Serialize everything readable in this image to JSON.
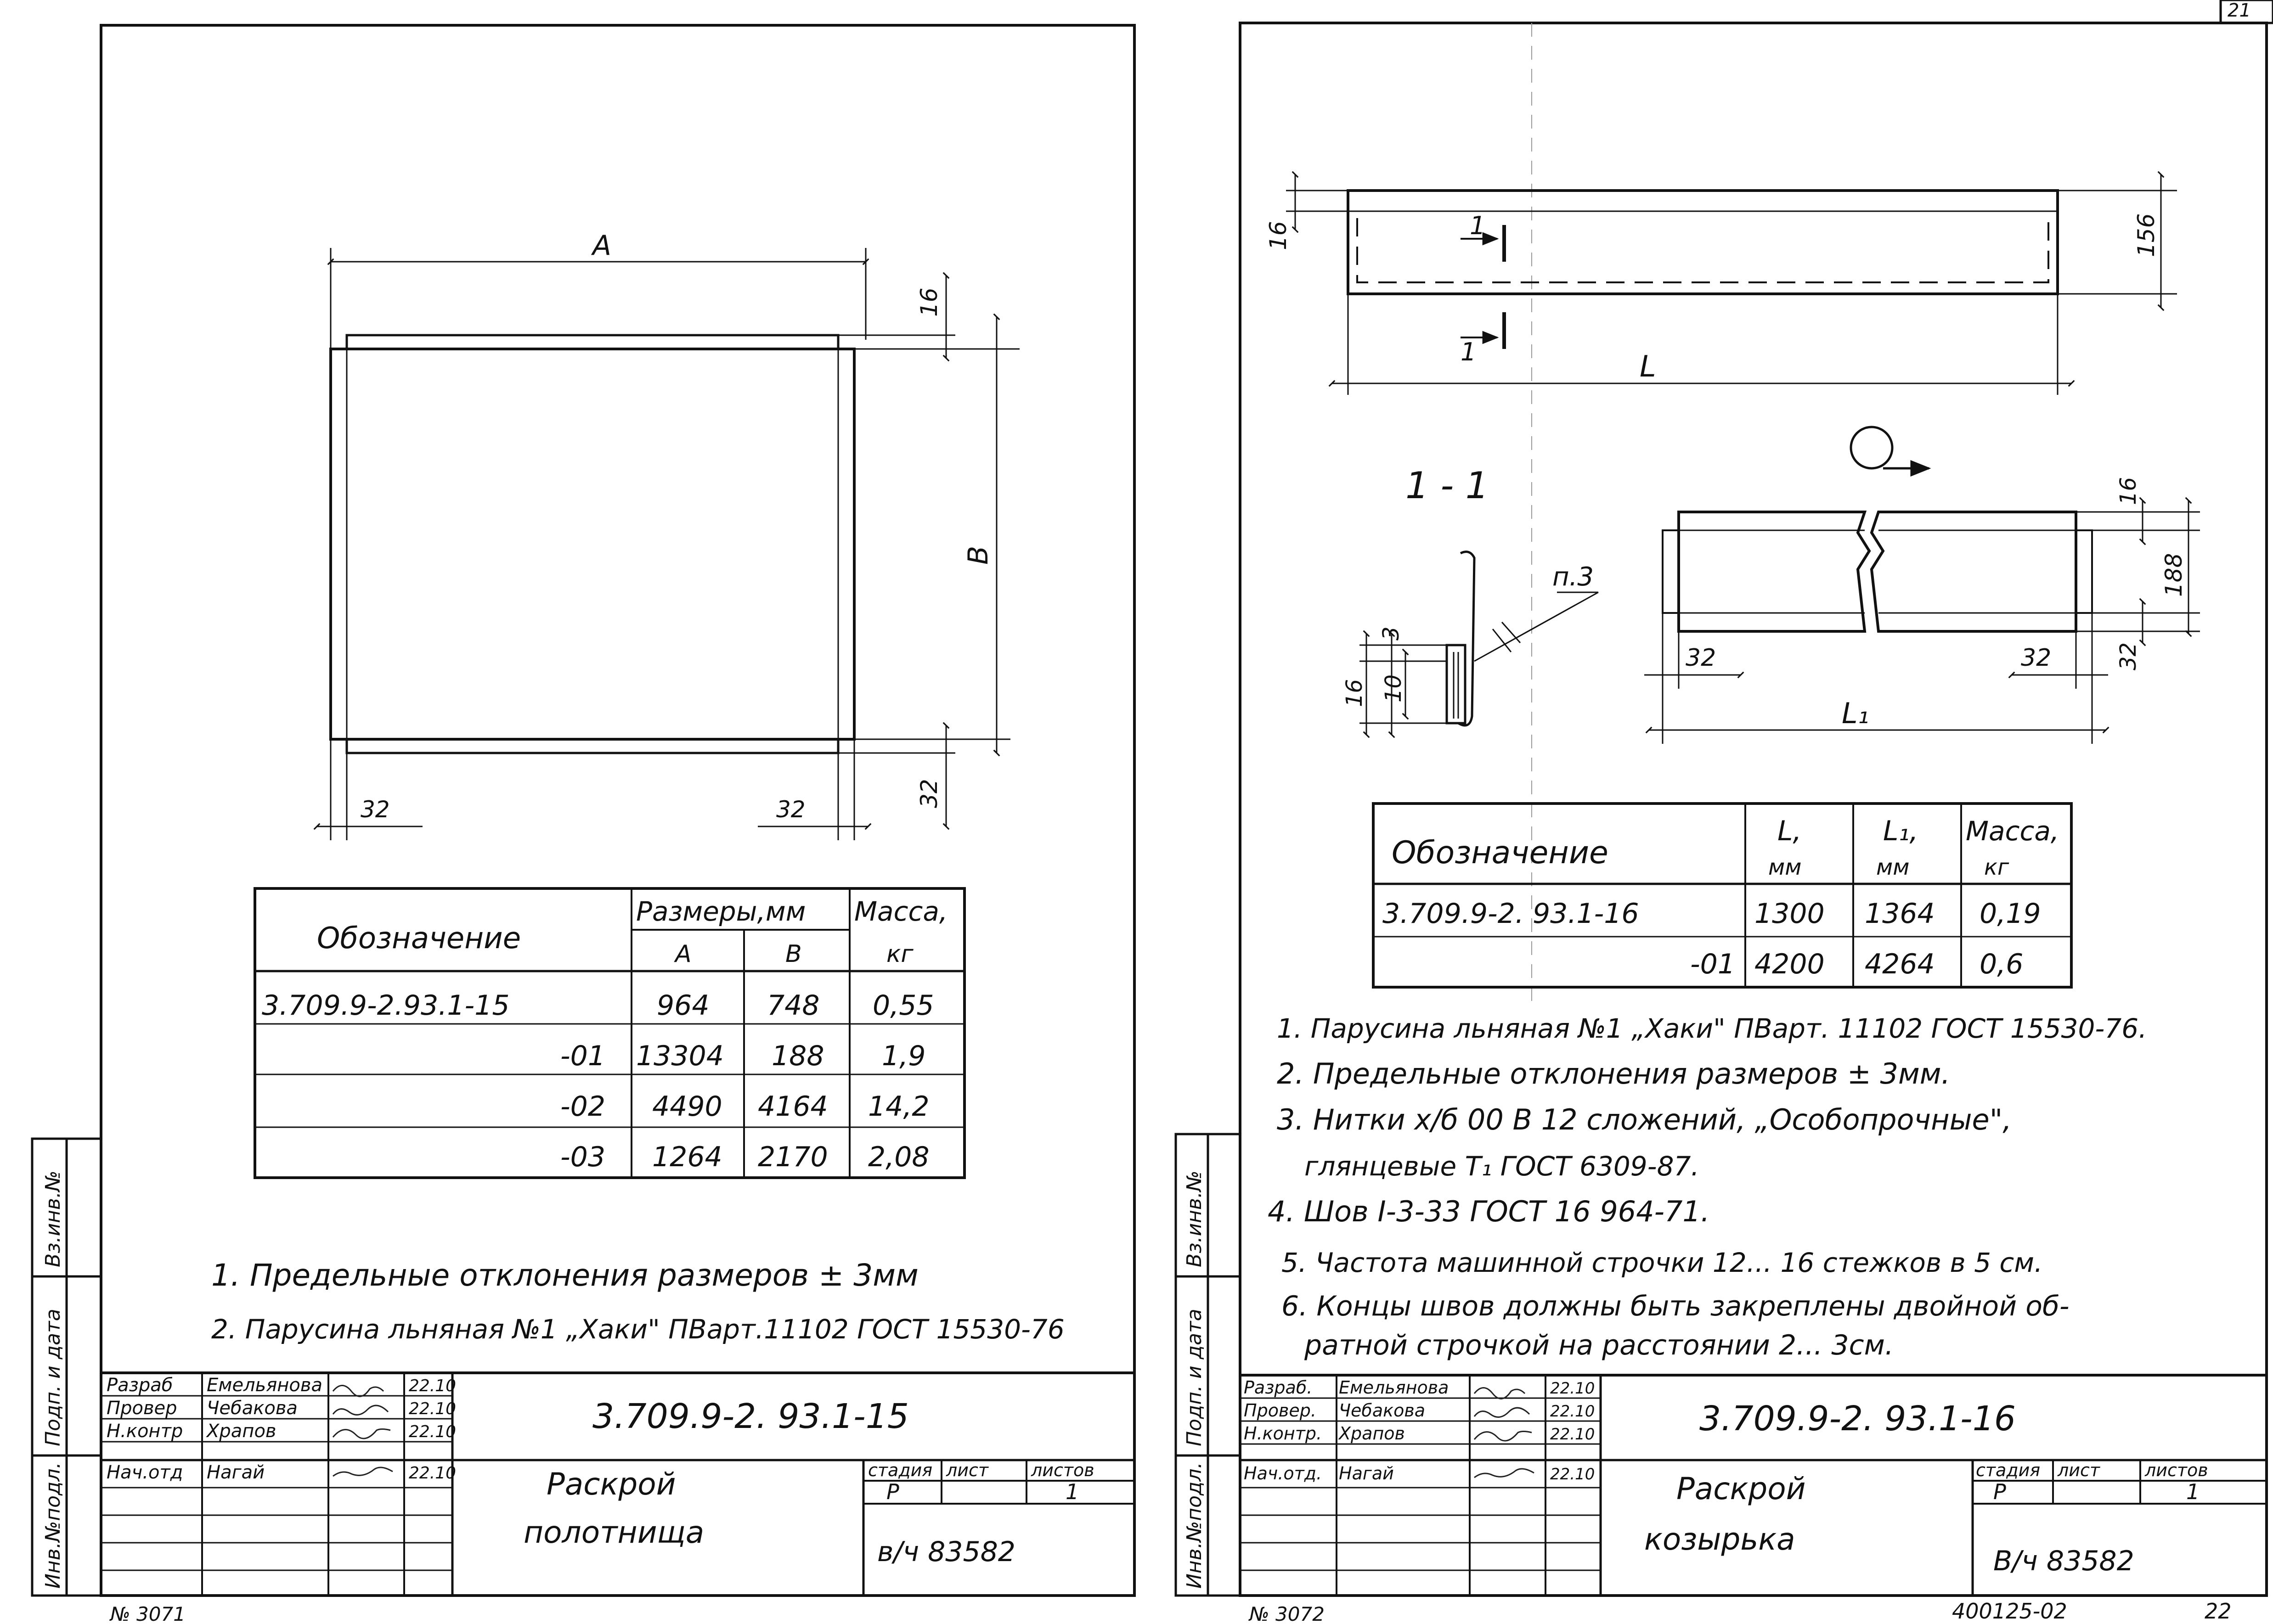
{
  "sheet_corner": "21",
  "left_sheet": {
    "drawing": {
      "dim_A": "A",
      "dim_B": "B",
      "dim_16": "16",
      "dim_32_bottom": "32",
      "dim_32_left": "32",
      "dim_32_right": "32"
    },
    "table": {
      "header_designation": "Обозначение",
      "header_sizes": "Размеры,мм",
      "header_mass": "Масса,",
      "sub_A": "A",
      "sub_B": "B",
      "sub_mass_unit": "кг",
      "rows": [
        {
          "designation": "3.709.9-2.93.1-15",
          "A": "964",
          "B": "748",
          "mass": "0,55"
        },
        {
          "designation": "-01",
          "A": "13304",
          "B": "188",
          "mass": "1,9"
        },
        {
          "designation": "-02",
          "A": "4490",
          "B": "4164",
          "mass": "14,2"
        },
        {
          "designation": "-03",
          "A": "1264",
          "B": "2170",
          "mass": "2,08"
        }
      ]
    },
    "notes": [
      "1. Предельные отклонения размеров ± 3мм",
      "2. Парусина льняная №1 „Хаки\" ПВарт.11102 ГОСТ 15530-76"
    ],
    "side_stamp": [
      "Инв.№подл.",
      "Подп. и дата",
      "Вз.инв.№"
    ],
    "title_block": {
      "roles": [
        {
          "role": "Разраб",
          "name": "Емельянова",
          "date": "22.10"
        },
        {
          "role": "Провер",
          "name": "Чебакова",
          "date": "22.10"
        },
        {
          "role": "Н.контр",
          "name": "Храпов",
          "date": "22.10"
        },
        {
          "role": "Нач.отд",
          "name": "Нагай",
          "date": "22.10"
        }
      ],
      "code": "3.709.9-2. 93.1-15",
      "title_line1": "Раскрой",
      "title_line2": "полотнища",
      "label_stage": "стадия",
      "label_sheet": "лист",
      "label_sheets": "листов",
      "stage": "Р",
      "sheets": "1",
      "org": "в/ч 83582"
    },
    "bottom_mark": "№ 3071"
  },
  "right_sheet": {
    "drawing": {
      "dim_16_top": "16",
      "dim_156": "156",
      "dim_L": "L",
      "section_mark": "1",
      "section_title": "1 - 1",
      "callout": "п.3",
      "dim_3": "3",
      "dim_10": "10",
      "dim_16_section": "16",
      "dim_16_side": "16",
      "dim_188": "188",
      "dim_32_side": "32",
      "dim_32_left": "32",
      "dim_32_right": "32",
      "dim_L1": "L₁"
    },
    "table": {
      "header_designation": "Обозначение",
      "header_L": "L,",
      "header_L1": "L₁,",
      "header_mass": "Масса,",
      "unit_mm": "мм",
      "unit_kg": "кг",
      "rows": [
        {
          "designation": "3.709.9-2. 93.1-16",
          "L": "1300",
          "L1": "1364",
          "mass": "0,19"
        },
        {
          "designation": "-01",
          "L": "4200",
          "L1": "4264",
          "mass": "0,6"
        }
      ]
    },
    "notes": [
      "1. Парусина льняная №1 „Хаки\" ПВарт. 11102 ГОСТ 15530-76.",
      "2. Предельные отклонения размеров ± 3мм.",
      "3. Нитки х/б 00 В 12 сложений, „Особопрочные\",",
      "глянцевые Т₁ ГОСТ 6309-87.",
      "4. Шов I-3-33 ГОСТ 16 964-71.",
      "5. Частота машинной строчки 12... 16 стежков в 5 см.",
      "6. Концы швов должны быть закреплены двойной об-",
      "ратной строчкой на расстоянии 2... 3см."
    ],
    "side_stamp": [
      "Инв.№подл.",
      "Подп. и дата",
      "Вз.инв.№"
    ],
    "title_block": {
      "roles": [
        {
          "role": "Разраб.",
          "name": "Емельянова",
          "date": "22.10"
        },
        {
          "role": "Провер.",
          "name": "Чебакова",
          "date": "22.10"
        },
        {
          "role": "Н.контр.",
          "name": "Храпов",
          "date": "22.10"
        },
        {
          "role": "Нач.отд.",
          "name": "Нагай",
          "date": "22.10"
        }
      ],
      "code": "3.709.9-2. 93.1-16",
      "title_line1": "Раскрой",
      "title_line2": "козырька",
      "label_stage": "стадия",
      "label_sheet": "лист",
      "label_sheets": "листов",
      "stage": "Р",
      "sheets": "1",
      "org": "В/ч 83582"
    },
    "bottom_mark": "№ 3072",
    "archive_no": "400125-02",
    "page_no": "22"
  }
}
